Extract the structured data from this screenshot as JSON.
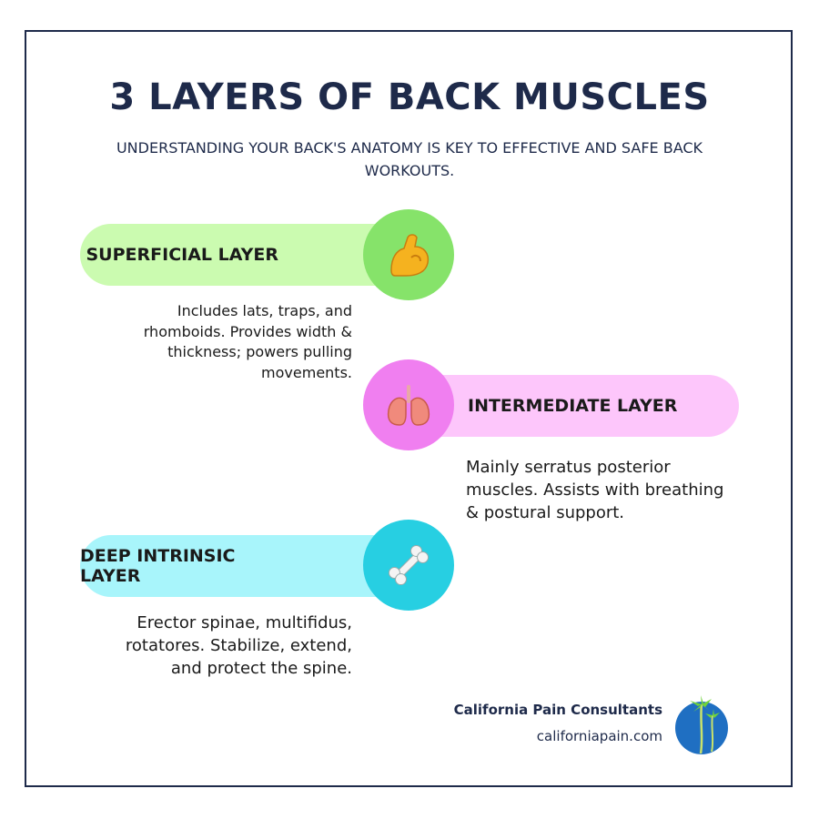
{
  "title": "3 LAYERS OF BACK MUSCLES",
  "subtitle": "UNDERSTANDING YOUR BACK'S ANATOMY IS KEY TO EFFECTIVE AND SAFE BACK WORKOUTS.",
  "layers": [
    {
      "label": "SUPERFICIAL LAYER",
      "description": "Includes lats, traps, and rhomboids. Provides width & thickness; powers pulling movements.",
      "icon": "flexed-biceps-icon",
      "pill_color": "#cbfbb0",
      "circle_color": "#86e36a"
    },
    {
      "label": "INTERMEDIATE LAYER",
      "description": "Mainly serratus posterior muscles. Assists with breathing & postural support.",
      "icon": "lungs-icon",
      "pill_color": "#fdc6fb",
      "circle_color": "#f07ff0"
    },
    {
      "label": "DEEP INTRINSIC LAYER",
      "description": "Erector spinae, multifidus, rotatores. Stabilize, extend, and protect the spine.",
      "icon": "bone-icon",
      "pill_color": "#a8f5fb",
      "circle_color": "#27cfe2"
    }
  ],
  "brand": {
    "name": "California Pain Consultants",
    "url": "californiapain.com",
    "logo": "palm-tree-globe-logo"
  },
  "colors": {
    "navy": "#1e2a4a",
    "frame_border": "#1e2a4a"
  }
}
